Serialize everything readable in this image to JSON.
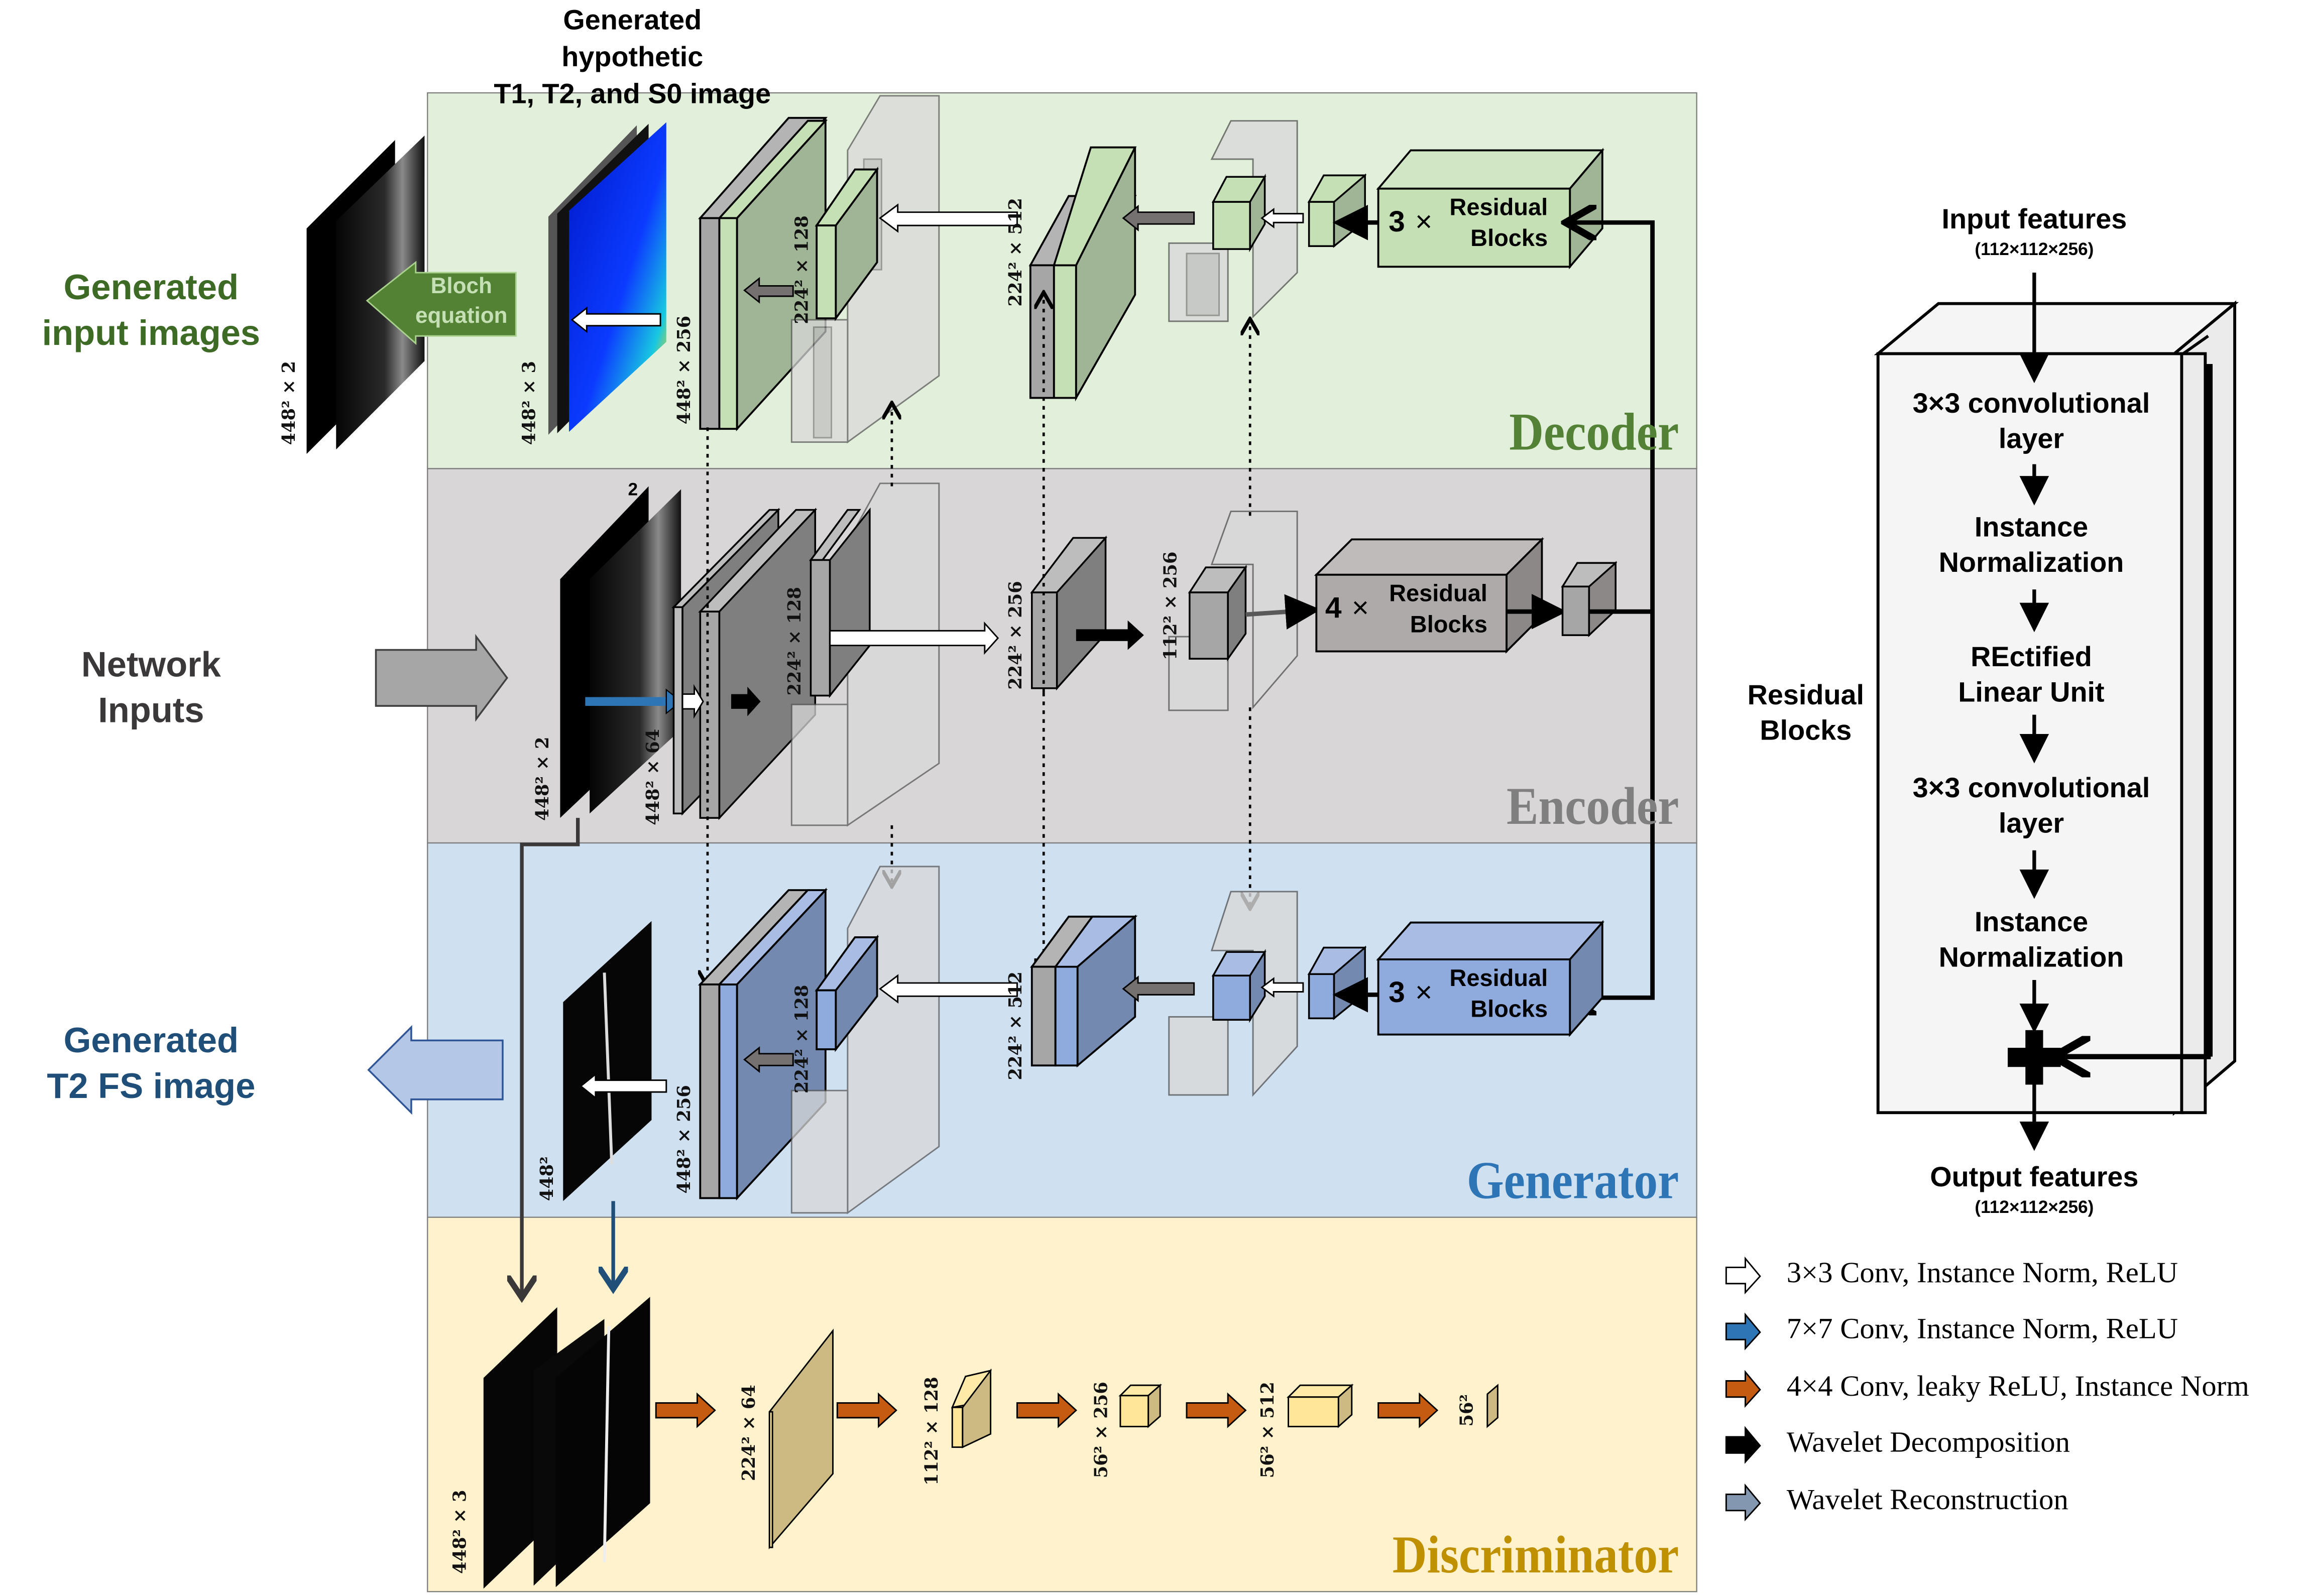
{
  "figure": {
    "top_caption": [
      "Generated",
      "hypothetic",
      "T1, T2, and S0 image"
    ],
    "side_labels": {
      "generated_inputs": [
        "Generated",
        "input images"
      ],
      "network_inputs": [
        "Network",
        "Inputs"
      ],
      "generated_t2fs": [
        "Generated",
        "T2 FS image"
      ]
    },
    "bloch_arrow": [
      "Bloch",
      "equation"
    ],
    "input_channel_marker": "2"
  },
  "panels": [
    {
      "id": "decoder",
      "title": "Decoder",
      "bg": "#e2efda",
      "title_color": "#538135"
    },
    {
      "id": "encoder",
      "title": "Encoder",
      "bg": "#d9d6d7",
      "title_color": "#7f7f7f"
    },
    {
      "id": "generator",
      "title": "Generator",
      "bg": "#cfe0f1",
      "title_color": "#2e75b6"
    },
    {
      "id": "discriminator",
      "title": "Discriminator",
      "bg": "#fff2cc",
      "title_color": "#bf9000"
    }
  ],
  "residual_blocks": {
    "decoder": {
      "count": "3",
      "times": "×",
      "label": [
        "Residual",
        "Blocks"
      ]
    },
    "encoder": {
      "count": "4",
      "times": "×",
      "label": [
        "Residual",
        "Blocks"
      ]
    },
    "generator": {
      "count": "3",
      "times": "×",
      "label": [
        "Residual",
        "Blocks"
      ]
    }
  },
  "dimension_labels": {
    "decoder": [
      "448² × 2",
      "448² × 3",
      "448² × 256",
      "224² × 128",
      "224² × 512"
    ],
    "encoder": [
      "448² × 2",
      "448² × 64",
      "224² × 128",
      "224² × 256",
      "112² × 256"
    ],
    "generator": [
      "448²",
      "448² × 256",
      "224² × 128",
      "224² × 512"
    ],
    "discriminator": [
      "448² × 3",
      "224² × 64",
      "112² × 128",
      "56² × 256",
      "56² × 512",
      "56²"
    ]
  },
  "residual_detail": {
    "side_label": [
      "Residual",
      "Blocks"
    ],
    "input": {
      "title": "Input features",
      "shape": "(112×112×256)"
    },
    "steps": [
      [
        "3×3 convolutional",
        "layer"
      ],
      [
        "Instance",
        "Normalization"
      ],
      [
        "REctified",
        "Linear Unit"
      ],
      [
        "3×3 convolutional",
        "layer"
      ],
      [
        "Instance",
        "Normalization"
      ]
    ],
    "output": {
      "title": "Output features",
      "shape": "(112×112×256)"
    }
  },
  "legend": [
    {
      "icon": "white-arrow-icon",
      "color": "#ffffff",
      "label": "3×3 Conv, Instance Norm, ReLU"
    },
    {
      "icon": "blue-arrow-icon",
      "color": "#2e75b6",
      "label": "7×7 Conv, Instance Norm, ReLU"
    },
    {
      "icon": "orange-arrow-icon",
      "color": "#c55a11",
      "label": "4×4 Conv, leaky ReLU, Instance Norm"
    },
    {
      "icon": "black-arrow-icon",
      "color": "#000000",
      "label": "Wavelet Decomposition"
    },
    {
      "icon": "gray-blue-arrow-icon",
      "color": "#8497b0",
      "label": "Wavelet Reconstruction"
    }
  ]
}
